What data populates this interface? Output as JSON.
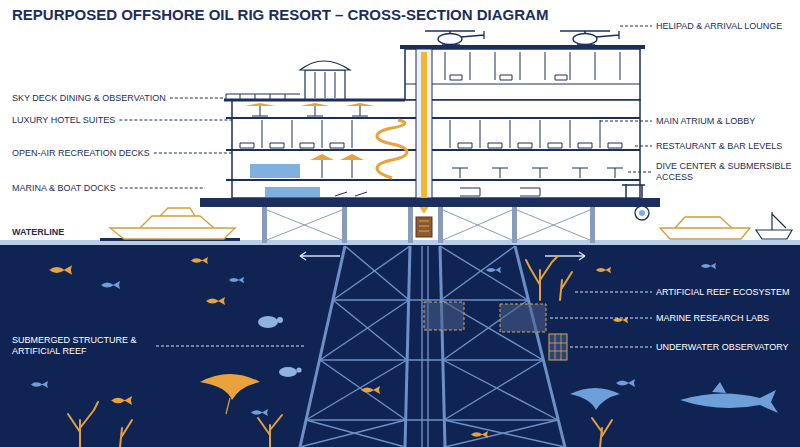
{
  "diagram": {
    "title": "REPURPOSED OFFSHORE OIL RIG RESORT – CROSS-SECTION DIAGRAM",
    "labels": [
      "HELIPAD & ARRIVAL LOUNGE",
      "SKY DECK DINING & OBSERVATION",
      "LUXURY HOTEL SUITES",
      "MAIN ATRIUM & LOBBY",
      "RESTAURANT & BAR LEVELS",
      "OPEN-AIR RECREATION DECKS",
      "DIVE CENTER & SUBMERSIBLE ACCESS",
      "MARINA & BOAT DOCKS",
      "WATERLINE",
      "ARTIFICIAL REEF ECOSYSTEM",
      "MARINE RESEARCH LABS",
      "SUBMERGED STRUCTURE & ARTIFICIAL REEF",
      "UNDERWATER OBSERVATORY"
    ]
  }
}
